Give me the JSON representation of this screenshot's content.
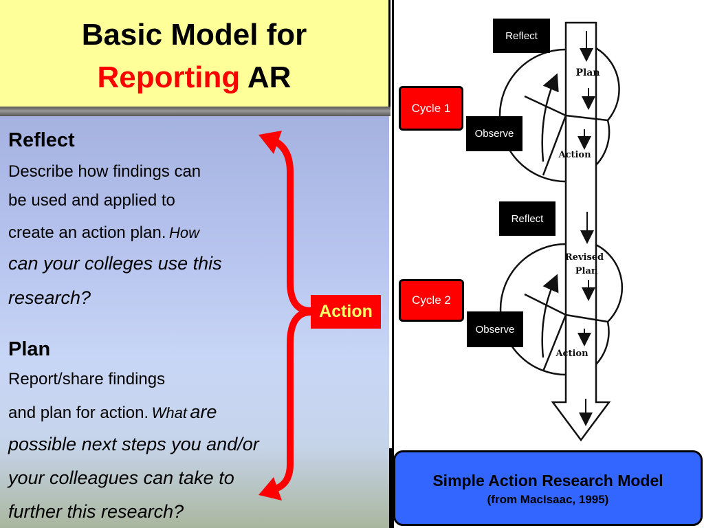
{
  "title": {
    "line1": "Basic Model for",
    "line2_red": "Reporting",
    "line2_rest": "AR"
  },
  "content": {
    "reflect_heading": "Reflect",
    "reflect_line1": "Describe how findings can",
    "reflect_line2": "be used and applied to",
    "reflect_line3": "create an action plan.",
    "reflect_line3_italic": "How",
    "reflect_italic_line1": "can your colleges use this",
    "reflect_italic_line2": "research?",
    "plan_heading": "Plan",
    "plan_line1": "Report/share findings",
    "plan_line2": "and plan for action.",
    "plan_line2_italic_small": "What",
    "plan_line2_italic_large": "are",
    "plan_italic_line1": "possible next steps you and/or",
    "plan_italic_line2": "your colleagues can take to",
    "plan_italic_line3": "further this research?"
  },
  "action_label": "Action",
  "diagram": {
    "reflect1": "Reflect",
    "cycle1": "Cycle 1",
    "observe1": "Observe",
    "reflect2": "Reflect",
    "cycle2": "Cycle 2",
    "observe2": "Observe",
    "plan1": "Plan",
    "action1": "Action",
    "revised_plan_line1": "Revised",
    "revised_plan_line2": "Plan",
    "action2": "Action"
  },
  "caption": {
    "title": "Simple Action Research Model",
    "subtitle": "(from MacIsaac, 1995)"
  },
  "colors": {
    "title_bg": "#ffff99",
    "accent_red": "#ff0000",
    "caption_blue": "#3366ff",
    "action_text": "#ffff66"
  }
}
